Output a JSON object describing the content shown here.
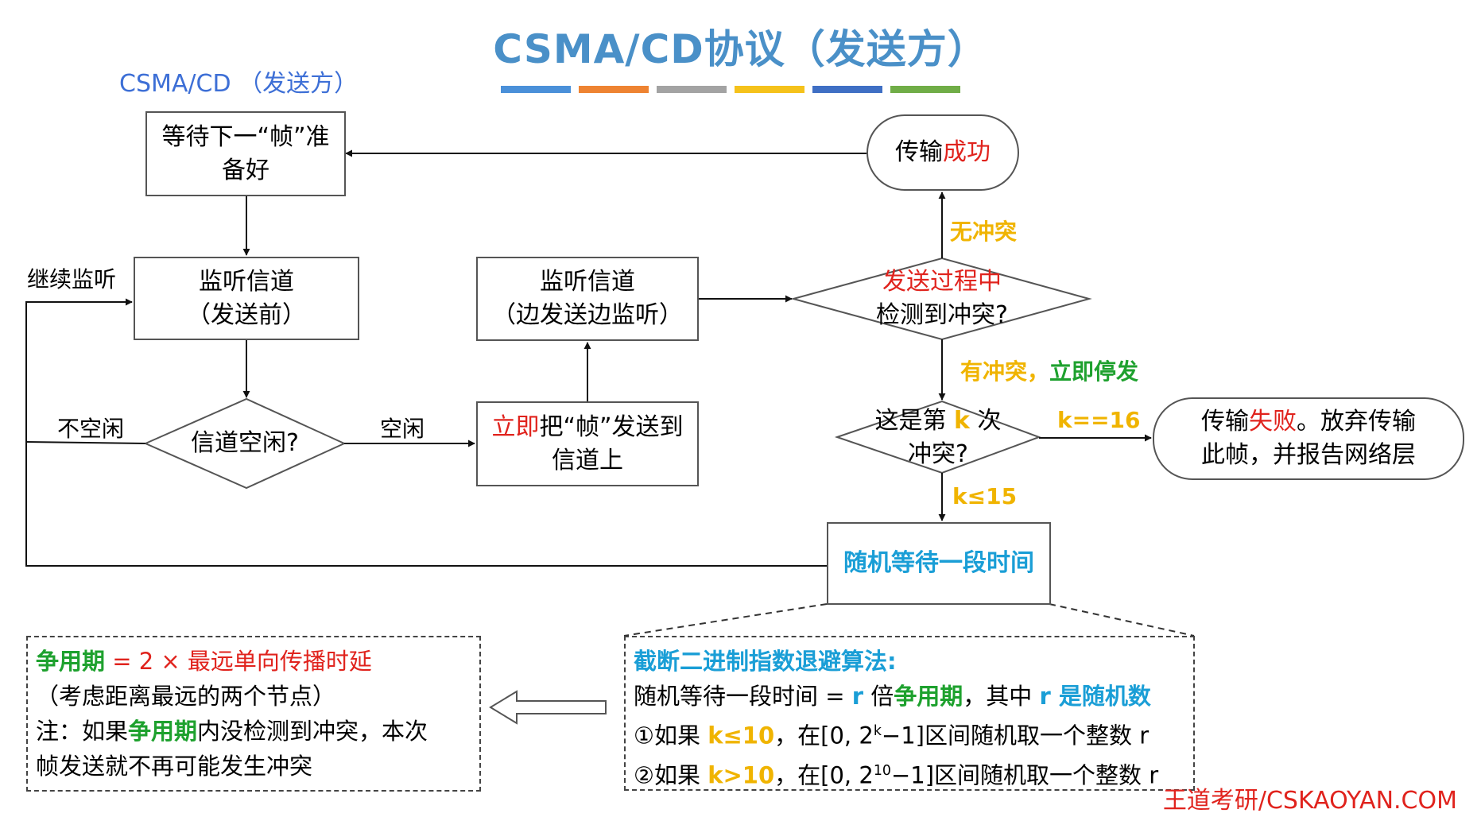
{
  "title": "CSMA/CD协议（发送方）",
  "subtitle": "CSMA/CD （发送方）",
  "colors": {
    "strips": [
      "#4a90d9",
      "#ee8332",
      "#a3a3a3",
      "#f5c21b",
      "#3f6fc4",
      "#70ad47"
    ],
    "red": "#e0231d",
    "green": "#1ea12e",
    "blue": "#1a9ed6",
    "yellow": "#f0b400"
  },
  "nodes": {
    "wait_frame": "等待下一“帧”准备好",
    "listen_before_l1": "监听信道",
    "listen_before_l2": "（发送前）",
    "idle_q": "信道空闲?",
    "send_red": "立即",
    "send_rest_l1": "把“帧”发送到",
    "send_l2": "信道上",
    "listen_during_l1": "监听信道",
    "listen_during_l2": "（边发送边监听）",
    "detect_q_l1": "发送过程中",
    "detect_q_l2": "检测到冲突?",
    "success_pre": "传输",
    "success_red": "成功",
    "kth_pre": "这是第 ",
    "kth_k": "k",
    "kth_post": " 次",
    "kth_l2": "冲突?",
    "fail_pre": "传输",
    "fail_red": "失败",
    "fail_post": "。放弃传输",
    "fail_l2": "此帧，并报告网络层",
    "random_wait": "随机等待一段时间"
  },
  "edge_labels": {
    "continue": "继续监听",
    "not_idle": "不空闲",
    "idle": "空闲",
    "no_collision": "无冲突",
    "collision_a": "有冲突，",
    "collision_b": "立即停发",
    "k16": "k==16",
    "k15": "k≤15"
  },
  "contention_note": {
    "line1_a": "争用期",
    "line1_b": " = 2 × 最远单向传播时延",
    "line2": "（考虑距离最远的两个节点）",
    "line3_a": "注：如果",
    "line3_b": "争用期",
    "line3_c": "内没检测到冲突，本次",
    "line4": "帧发送就不再可能发生冲突"
  },
  "backoff_note": {
    "heading": "截断二进制指数退避算法:",
    "l2_a": "随机等待一段时间 = ",
    "l2_b": "r",
    "l2_c": " 倍",
    "l2_d": "争用期",
    "l2_e": "，其中 ",
    "l2_f": "r",
    "l2_g": " 是随机数",
    "l3_a": "①如果 ",
    "l3_b": "k≤10",
    "l3_c": "，在[0, 2",
    "l3_sup": "k",
    "l3_d": "−1]区间随机取一个整数 r",
    "l4_a": "②如果 ",
    "l4_b": "k>10",
    "l4_c": "，在[0, 2",
    "l4_sup": "10",
    "l4_d": "−1]区间随机取一个整数 r"
  },
  "footer": "王道考研/CSKAOYAN.COM"
}
